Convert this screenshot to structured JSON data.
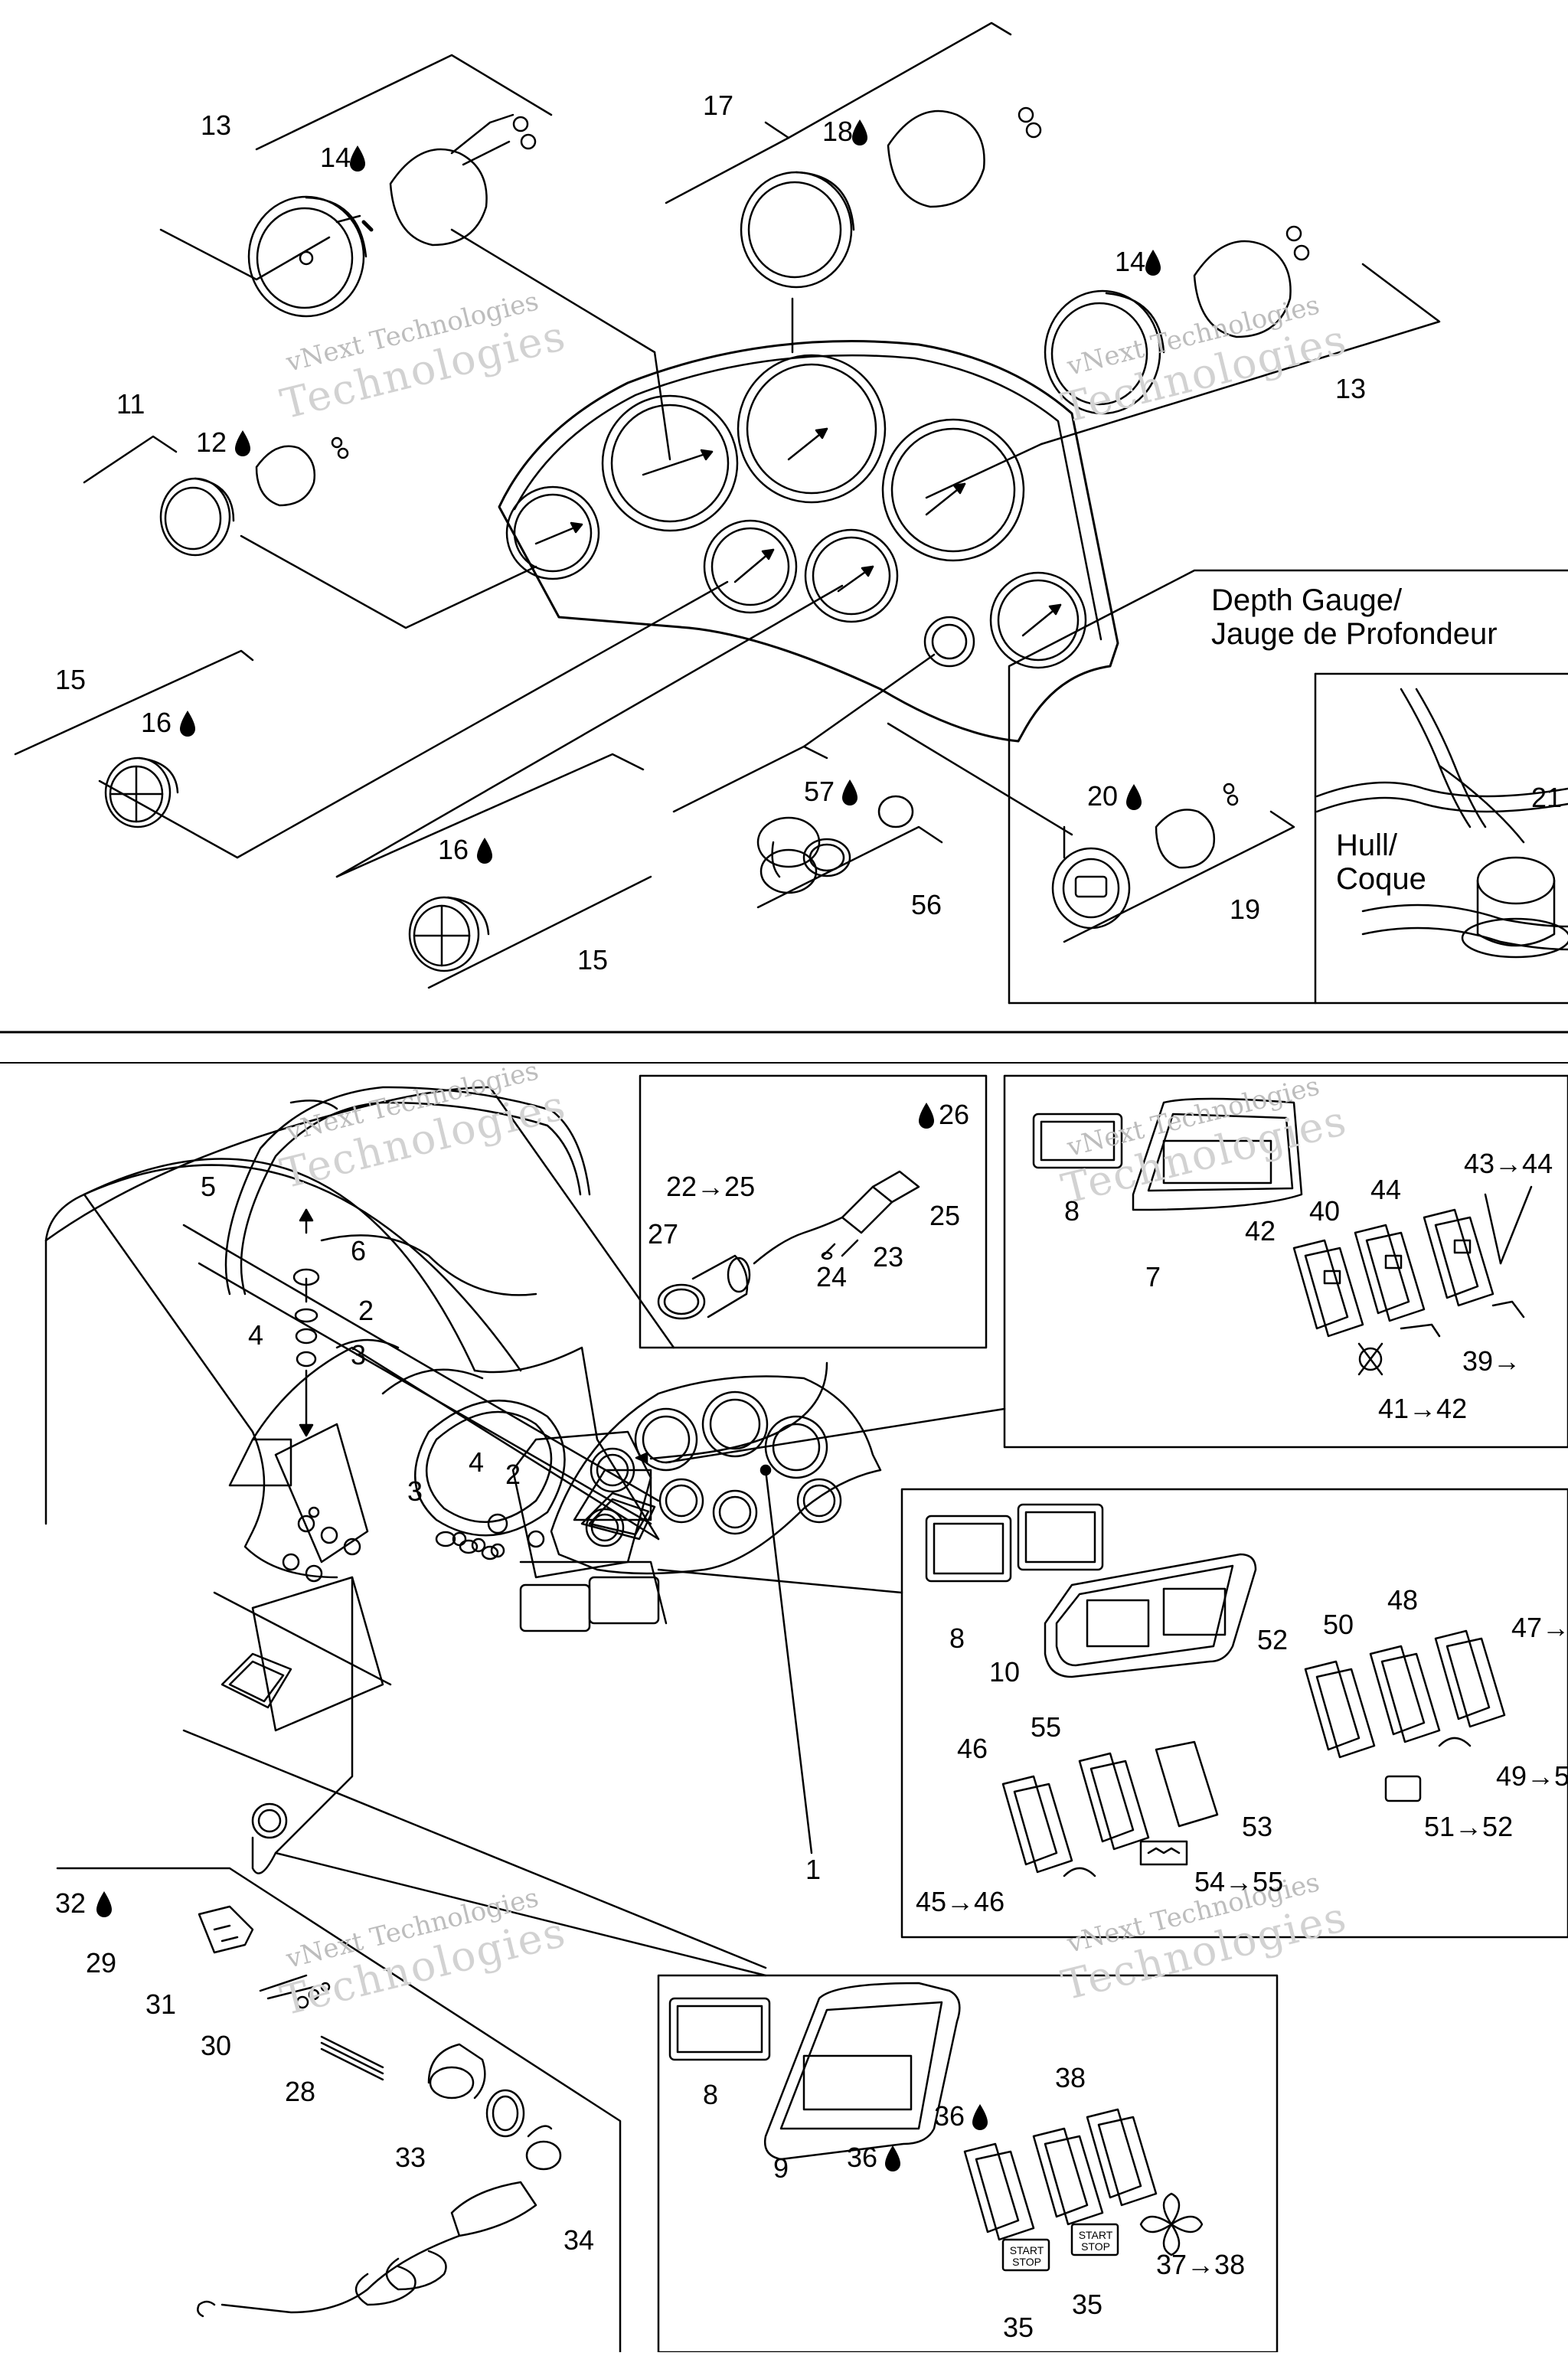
{
  "watermark": {
    "line1": "vNext Technologies",
    "line2": "Technologies"
  },
  "depth_gauge": {
    "line1": "Depth Gauge/",
    "line2": "Jauge de Profondeur"
  },
  "hull": {
    "line1": "Hull/",
    "line2": "Coque"
  },
  "callouts": {
    "c13a": "13",
    "c14a": "14",
    "c17": "17",
    "c18": "18",
    "c14b": "14",
    "c13b": "13",
    "c11": "11",
    "c12": "12",
    "c15a": "15",
    "c16a": "16",
    "c16b": "16",
    "c15b": "15",
    "c57": "57",
    "c56": "56",
    "c20": "20",
    "c19": "19",
    "c21": "21",
    "c5": "5",
    "c6": "6",
    "c2a": "2",
    "c4a": "4",
    "c3a": "3",
    "c3b": "3",
    "c4b": "4",
    "c2b": "2",
    "c26": "26",
    "c22_25": "22→25",
    "c25": "25",
    "c27": "27",
    "c24": "24",
    "c23": "23",
    "c8a": "8",
    "c7": "7",
    "c43_44": "43→44",
    "c44": "44",
    "c40": "40",
    "c42": "42",
    "c39": "39→",
    "c41_42": "41→42",
    "c8b": "8",
    "c10": "10",
    "c48": "48",
    "c50": "50",
    "c52": "52",
    "c47": "47→",
    "c55": "55",
    "c46": "46",
    "c53": "53",
    "c49": "49→5",
    "c51_52": "51→52",
    "c45_46": "45→46",
    "c54_55": "54→55",
    "c1": "1",
    "c32": "32",
    "c29": "29",
    "c31": "31",
    "c30": "30",
    "c28": "28",
    "c33": "33",
    "c34": "34",
    "c8c": "8",
    "c9": "9",
    "c38": "38",
    "c36a": "36",
    "c36b": "36",
    "c37_38": "37→38",
    "c35a": "35",
    "c35b": "35"
  },
  "switch_labels": {
    "start_stop": "START STOP"
  }
}
